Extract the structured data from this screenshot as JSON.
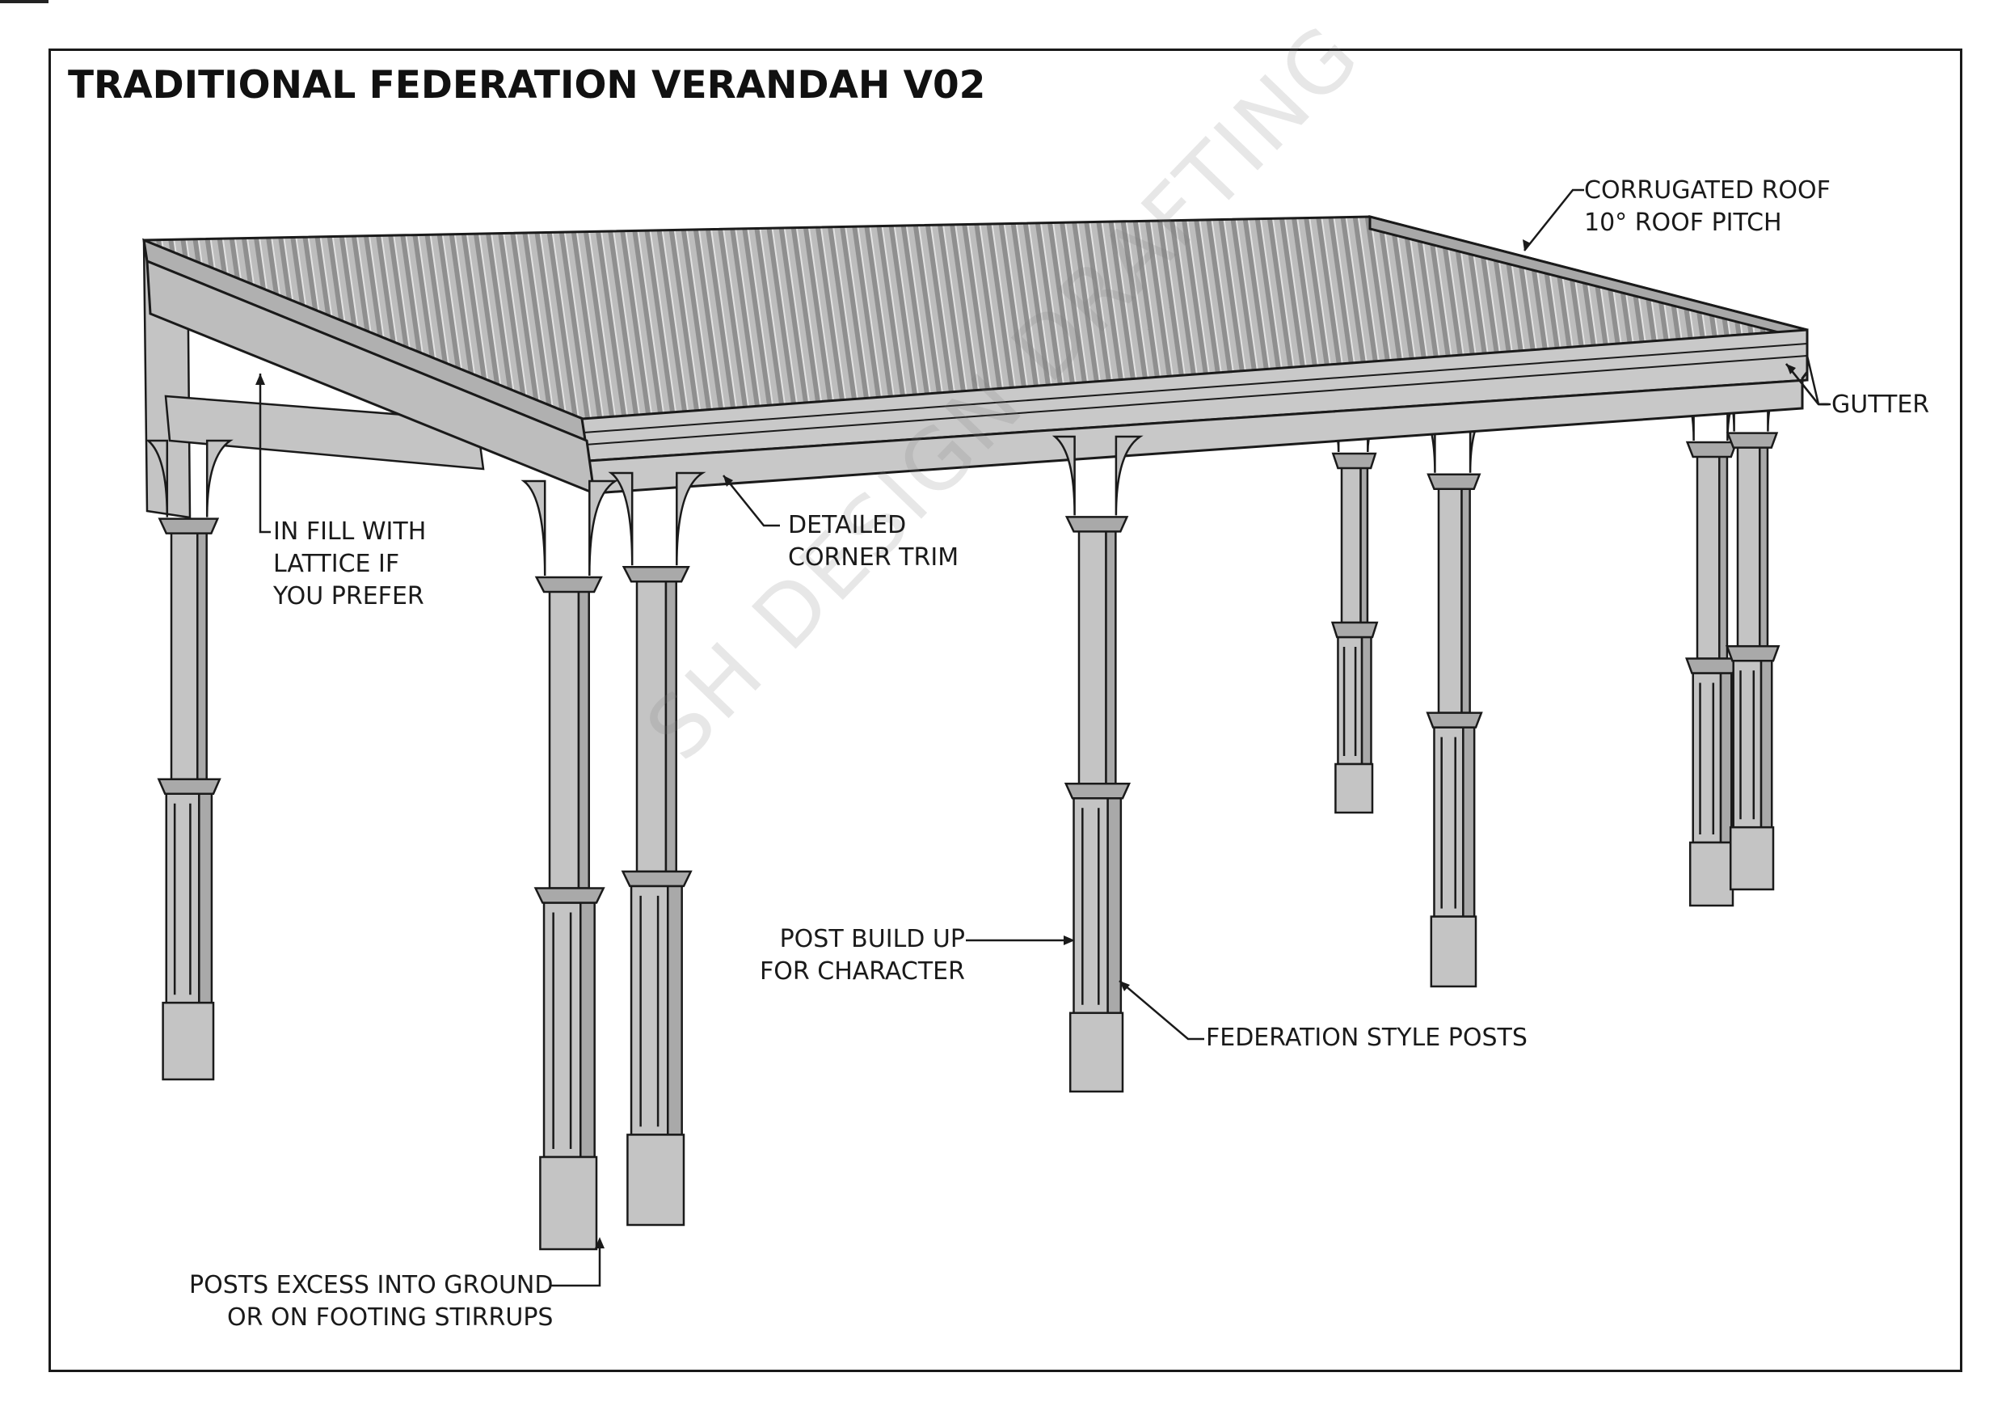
{
  "title": "TRADITIONAL FEDERATION VERANDAH V02",
  "watermark": "SH DESIGN DRAFTING",
  "callouts": {
    "roof": [
      "CORRUGATED ROOF",
      "10° ROOF PITCH"
    ],
    "gutter": [
      "GUTTER"
    ],
    "infill": [
      "IN FILL WITH",
      "LATTICE IF",
      "YOU PREFER"
    ],
    "trim": [
      "DETAILED",
      "CORNER TRIM"
    ],
    "buildup": [
      "POST BUILD UP",
      "FOR CHARACTER"
    ],
    "posts": [
      "FEDERATION STYLE POSTS"
    ],
    "footing": [
      "POSTS EXCESS INTO GROUND",
      "OR ON FOOTING STIRRUPS"
    ]
  },
  "colors": {
    "ink": "#1a1a1a",
    "member": "#c4c4c4",
    "member_dark": "#a9a9a9",
    "roof": "#b9b9b9"
  }
}
